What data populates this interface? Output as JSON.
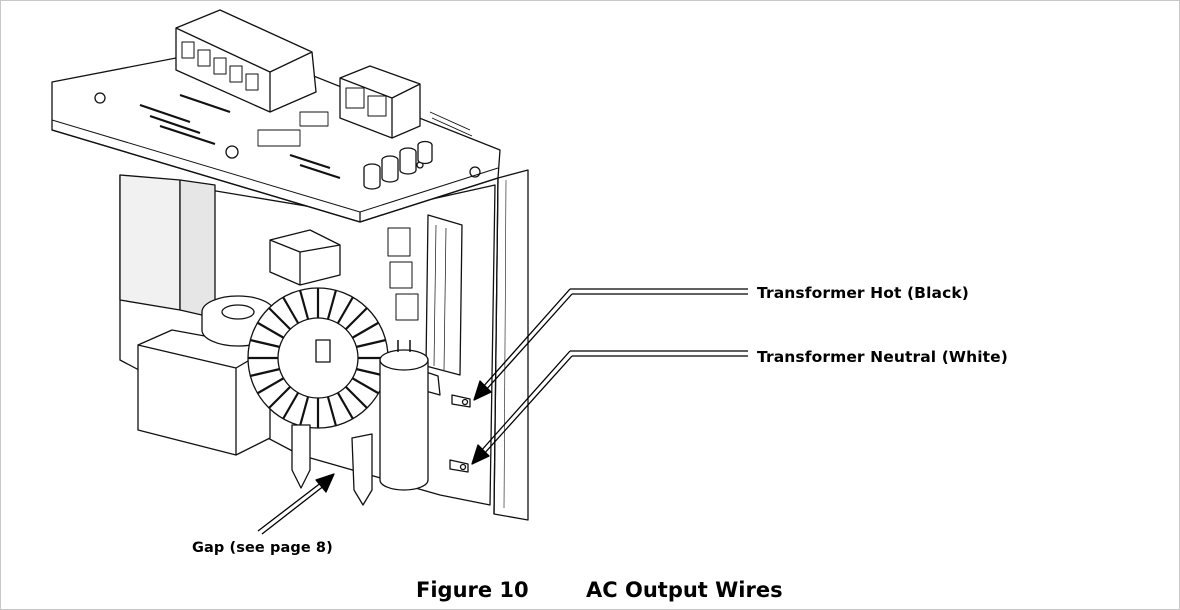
{
  "figure": {
    "number": "Figure 10",
    "title": "AC Output Wires"
  },
  "callouts": {
    "transformer_hot": "Transformer Hot (Black)",
    "transformer_neutral": "Transformer Neutral (White)",
    "gap": "Gap (see page 8)"
  }
}
